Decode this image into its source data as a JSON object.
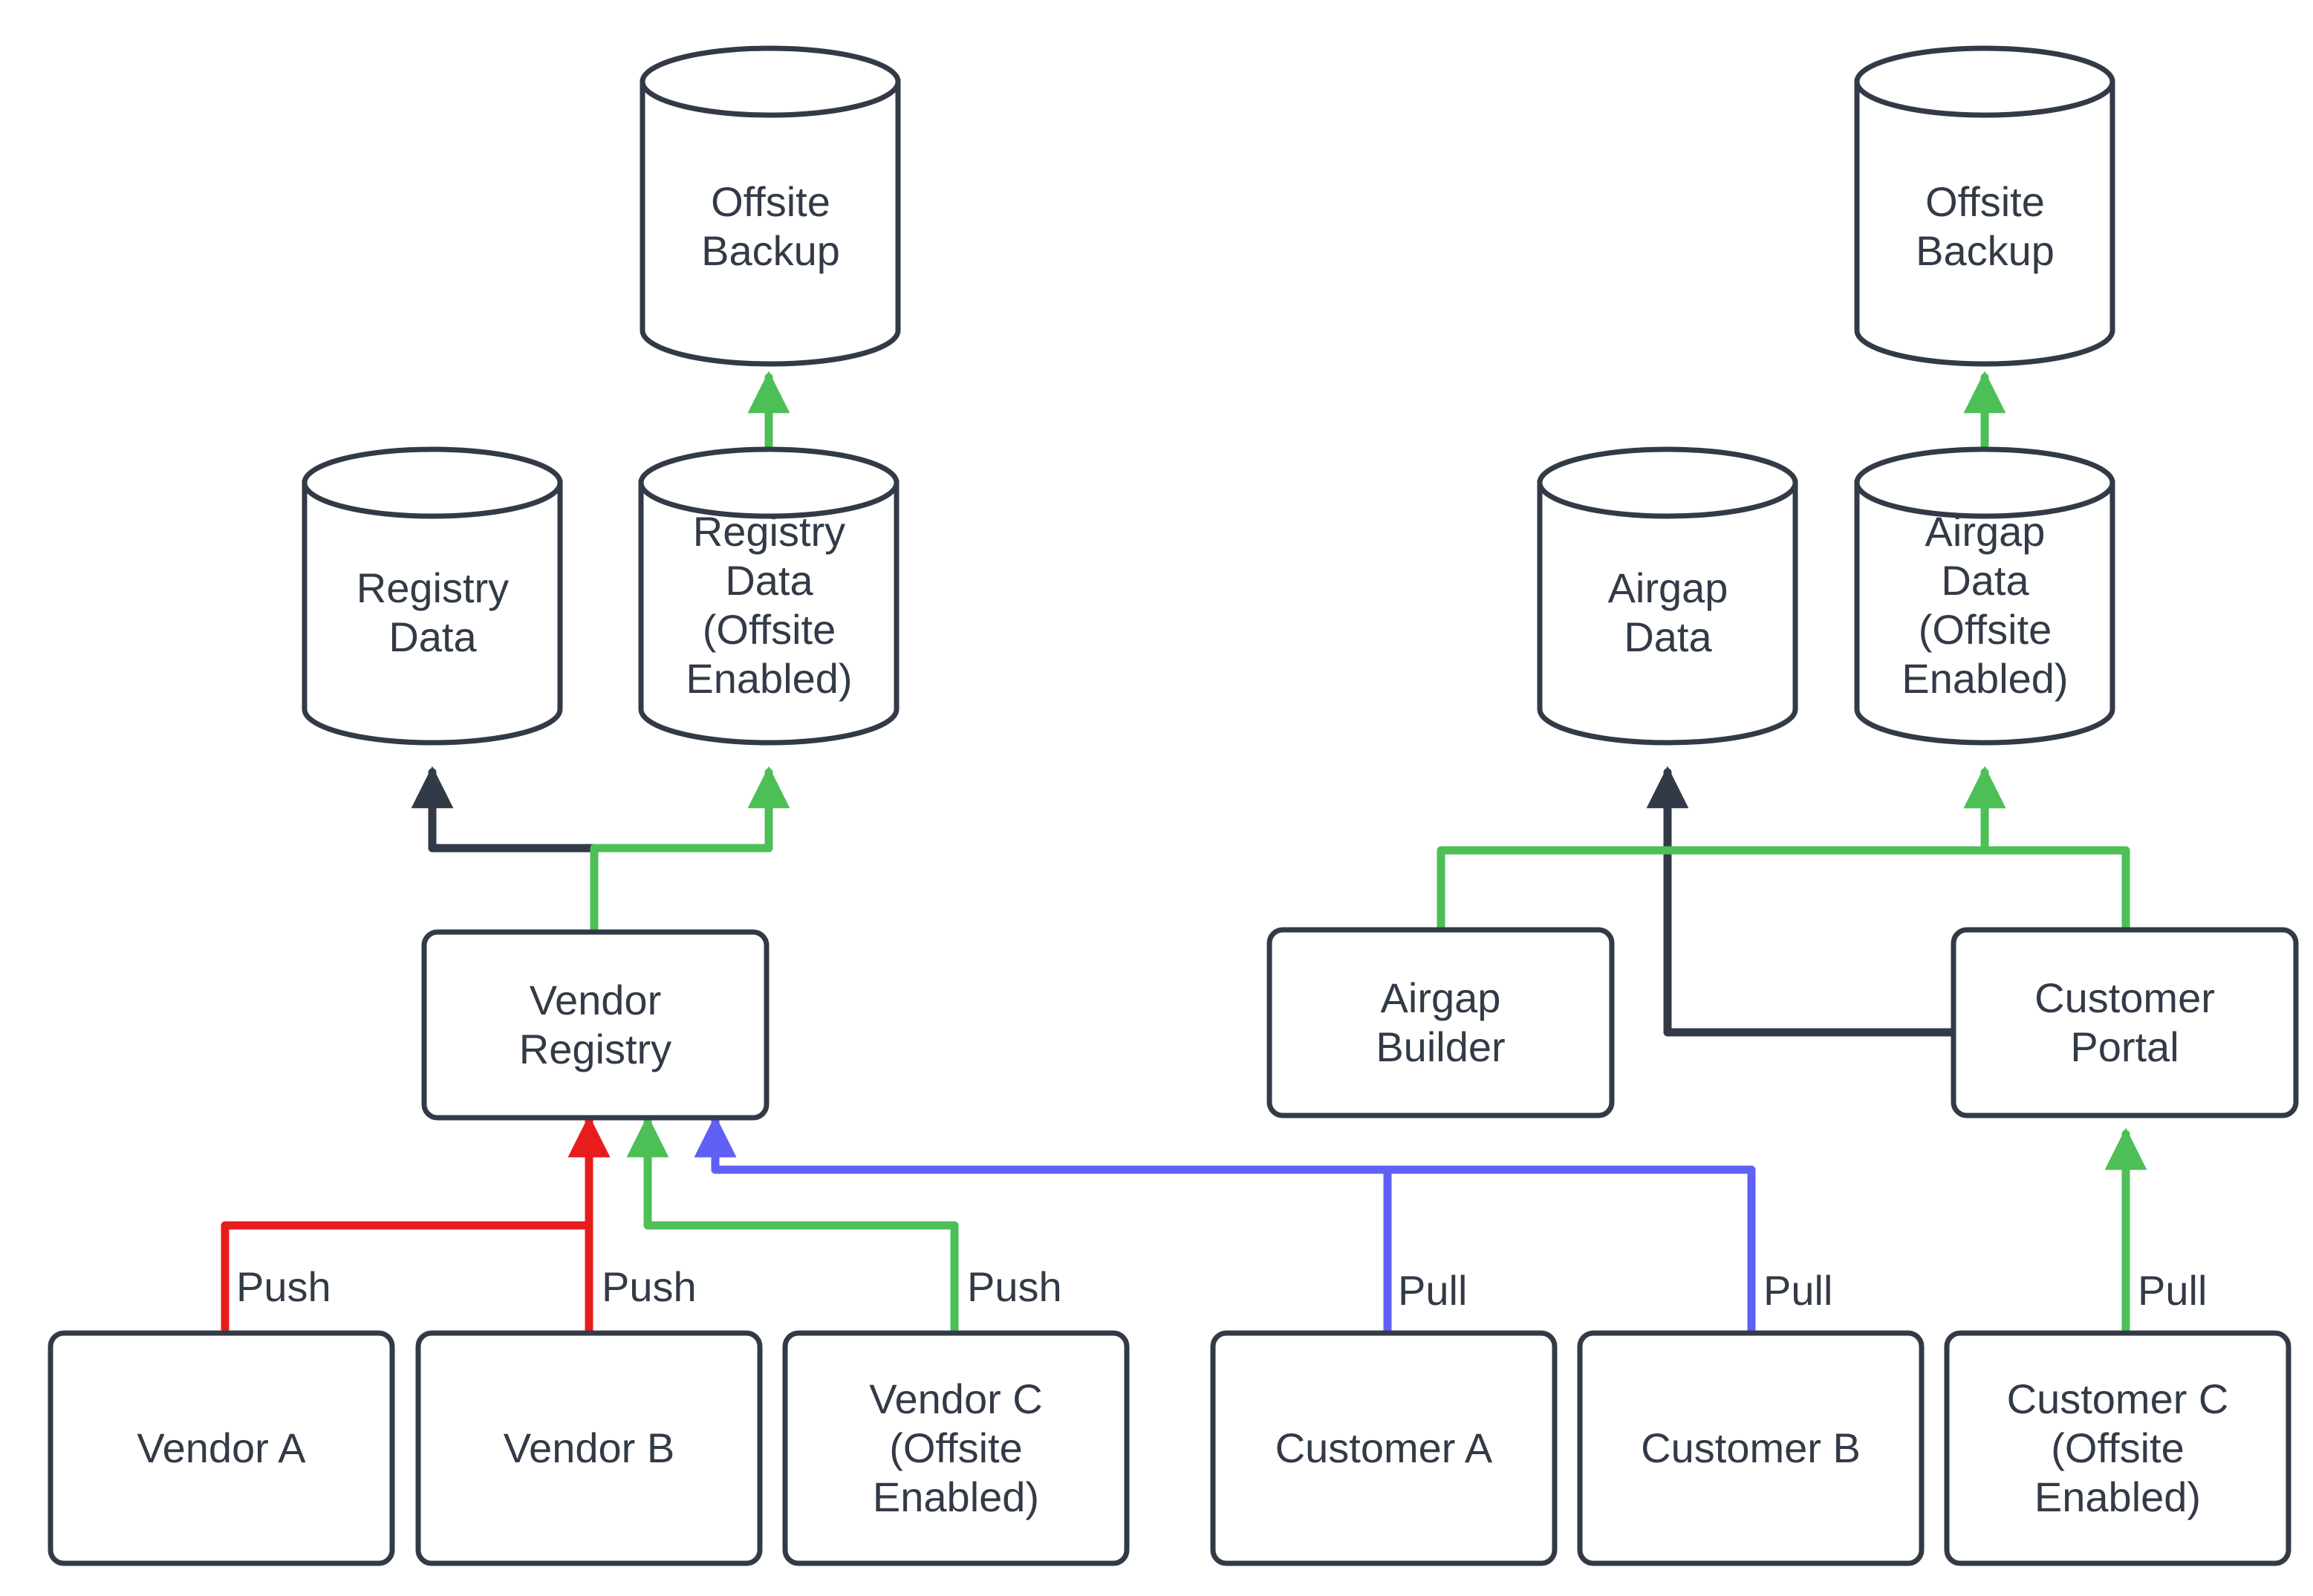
{
  "diagram": {
    "title": "Vendor registry and customer airgap data flow",
    "background_color": "#ffffff",
    "stroke_color": "#333a47",
    "text_color": "#333a47",
    "colors": {
      "dark": "#333a47",
      "green": "#4CBF56",
      "red": "#E81C1C",
      "blue": "#6060F5"
    }
  },
  "nodes": {
    "offsite_backup_left": {
      "label": "Offsite\nBackup",
      "shape": "cylinder"
    },
    "offsite_backup_right": {
      "label": "Offsite\nBackup",
      "shape": "cylinder"
    },
    "registry_data": {
      "label": "Registry\nData",
      "shape": "cylinder"
    },
    "registry_data_offsite": {
      "label": "Registry\nData\n(Offsite\nEnabled)",
      "shape": "cylinder"
    },
    "airgap_data": {
      "label": "Airgap\nData",
      "shape": "cylinder"
    },
    "airgap_data_offsite": {
      "label": "Airgap\nData\n(Offsite\nEnabled)",
      "shape": "cylinder"
    },
    "vendor_registry": {
      "label": "Vendor\nRegistry",
      "shape": "box"
    },
    "airgap_builder": {
      "label": "Airgap\nBuilder",
      "shape": "box"
    },
    "customer_portal": {
      "label": "Customer\nPortal",
      "shape": "box"
    },
    "vendor_a": {
      "label": "Vendor A",
      "shape": "box"
    },
    "vendor_b": {
      "label": "Vendor B",
      "shape": "box"
    },
    "vendor_c": {
      "label": "Vendor C\n(Offsite\nEnabled)",
      "shape": "box"
    },
    "customer_a": {
      "label": "Customer A",
      "shape": "box"
    },
    "customer_b": {
      "label": "Customer B",
      "shape": "box"
    },
    "customer_c": {
      "label": "Customer C\n(Offsite\nEnabled)",
      "shape": "box"
    }
  },
  "edge_labels": {
    "push_a": "Push",
    "push_b": "Push",
    "push_c": "Push",
    "pull_a": "Pull",
    "pull_b": "Pull",
    "pull_c": "Pull"
  },
  "edges": [
    {
      "from": "vendor_a",
      "to": "vendor_registry",
      "label": "Push",
      "color": "#E81C1C"
    },
    {
      "from": "vendor_b",
      "to": "vendor_registry",
      "label": "Push",
      "color": "#E81C1C"
    },
    {
      "from": "vendor_c",
      "to": "vendor_registry",
      "label": "Push",
      "color": "#4CBF56"
    },
    {
      "from": "customer_a",
      "to": "vendor_registry",
      "label": "Pull",
      "color": "#6060F5"
    },
    {
      "from": "customer_b",
      "to": "vendor_registry",
      "label": "Pull",
      "color": "#6060F5"
    },
    {
      "from": "customer_c",
      "to": "customer_portal",
      "label": "Pull",
      "color": "#4CBF56"
    },
    {
      "from": "vendor_registry",
      "to": "registry_data",
      "label": "",
      "color": "#333a47"
    },
    {
      "from": "vendor_registry",
      "to": "registry_data_offsite",
      "label": "",
      "color": "#4CBF56"
    },
    {
      "from": "registry_data_offsite",
      "to": "offsite_backup_left",
      "label": "",
      "color": "#4CBF56"
    },
    {
      "from": "customer_portal",
      "to": "airgap_data",
      "label": "",
      "color": "#333a47"
    },
    {
      "from": "airgap_builder",
      "to": "airgap_data_offsite",
      "label": "",
      "color": "#4CBF56"
    },
    {
      "from": "customer_portal",
      "to": "airgap_data_offsite",
      "label": "",
      "color": "#4CBF56"
    },
    {
      "from": "airgap_data_offsite",
      "to": "offsite_backup_right",
      "label": "",
      "color": "#4CBF56"
    }
  ]
}
